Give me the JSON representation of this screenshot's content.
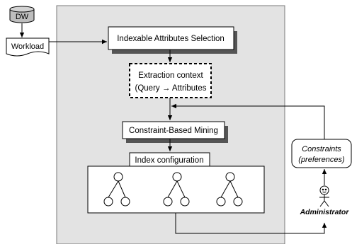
{
  "diagram": {
    "dw_label": "DW",
    "workload_label": "Workload",
    "indexable_selection_label": "Indexable Attributes Selection",
    "extraction_line1": "Extraction context",
    "extraction_line2_a": "(Query",
    "extraction_arrow": "→",
    "extraction_line2_b": "Attributes",
    "mining_label": "Constraint-Based Mining",
    "index_config_label": "Index configuration",
    "constraints_line1": "Constraints",
    "constraints_line2": "(preferences)",
    "administrator_label": "Administrator"
  },
  "colors": {
    "panel": "#e3e3e3",
    "box": "#ffffff",
    "shadow": "#555555",
    "stroke": "#000000",
    "cylinder": "#bdbdbd"
  }
}
